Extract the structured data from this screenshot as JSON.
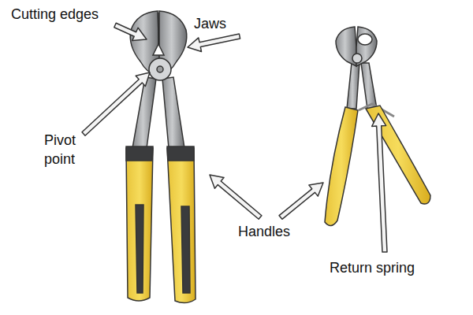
{
  "diagram": {
    "labels": [
      "Cutting edges",
      "Jaws",
      "Pivot point",
      "Handles",
      "Return spring"
    ]
  }
}
